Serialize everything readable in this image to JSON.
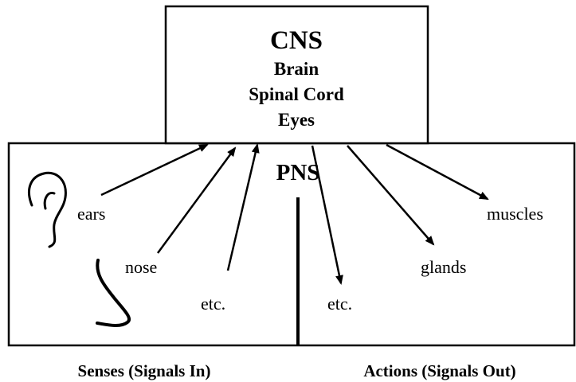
{
  "cns": {
    "title": "CNS",
    "items": [
      "Brain",
      "Spinal Cord",
      "Eyes"
    ]
  },
  "pns": {
    "title": "PNS"
  },
  "senses": {
    "items": [
      "ears",
      "nose",
      "etc."
    ],
    "caption": "Senses (Signals In)",
    "icons": [
      "ear-icon",
      "nose-icon"
    ]
  },
  "actions": {
    "items": [
      "etc.",
      "glands",
      "muscles"
    ],
    "caption": "Actions (Signals Out)"
  },
  "colors": {
    "ink": "#000000",
    "background": "#ffffff"
  }
}
